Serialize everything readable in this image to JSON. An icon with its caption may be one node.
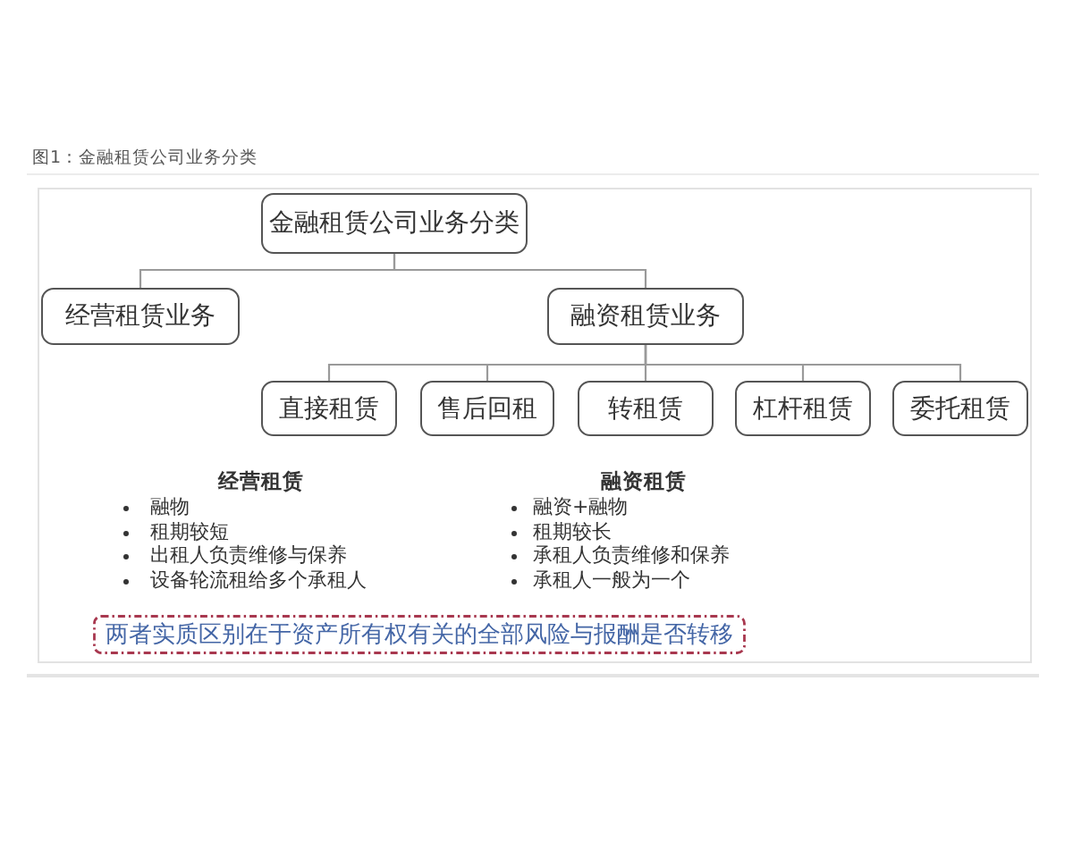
{
  "diagram": {
    "title": "图1：金融租赁公司业务分类",
    "nodes": [
      {
        "text": [
          "金融租赁公司业务分类"
        ]
      },
      {
        "text": [
          "经营租赁业务"
        ]
      },
      {
        "text": [
          "融资租赁业务"
        ]
      },
      {
        "text": [
          "直接租赁"
        ]
      },
      {
        "text": [
          "售后回租"
        ]
      },
      {
        "text": [
          "转租赁"
        ]
      },
      {
        "text": [
          "杠杆租赁"
        ]
      },
      {
        "text": [
          "委托租赁"
        ]
      },
      {
        "text": [
          "两者实质区别在于资产所有权有关的全部风险与报酬是否转移"
        ]
      }
    ],
    "edges": [
      {
        "from": 0,
        "to": 1,
        "arrow": "none"
      },
      {
        "from": 0,
        "to": 2,
        "arrow": "none"
      },
      {
        "from": 2,
        "to": 3,
        "arrow": "none"
      },
      {
        "from": 2,
        "to": 4,
        "arrow": "none"
      },
      {
        "from": 2,
        "to": 5,
        "arrow": "none"
      },
      {
        "from": 2,
        "to": 6,
        "arrow": "none"
      },
      {
        "from": 2,
        "to": 7,
        "arrow": "none"
      }
    ],
    "labels": [
      "经营租赁",
      "融物",
      "租期较短",
      "出租人负责维修与保养",
      "设备轮流租给多个承租人",
      "融资租赁",
      "融资+融物",
      "租期较长",
      "承租人负责维修和保养",
      "承租人一般为一个"
    ]
  }
}
